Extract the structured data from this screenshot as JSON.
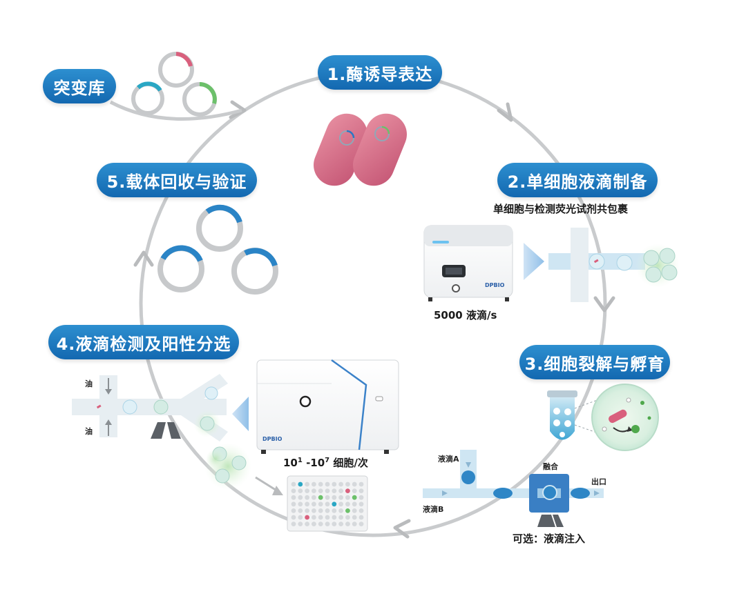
{
  "steps": {
    "library": "突变库",
    "s1": "1.酶诱导表达",
    "s2": "2.单细胞液滴制备",
    "s3": "3.细胞裂解与孵育",
    "s4": "4.液滴检测及阳性分选",
    "s5": "5.载体回收与验证"
  },
  "notes": {
    "coencapsulation": "单细胞与检测荧光试剂共包裹",
    "droplet_rate": "5000 液滴/s",
    "throughput_base": "10",
    "throughput_exp1": "1",
    "throughput_dash": " -10",
    "throughput_exp2": "7",
    "throughput_unit": " 细胞/次",
    "optional": "可选：液滴注入",
    "fusion": "融合",
    "outlet": "出口",
    "droplet_a": "液滴A",
    "droplet_b": "液滴B",
    "oil_top": "油",
    "oil_bottom": "油"
  },
  "brand": "DPBIO",
  "colors": {
    "accent": "#1a76bd",
    "ring": "#c9cbcd",
    "pink": "#d9607d",
    "teal": "#2aa7c4",
    "green": "#6cc06a",
    "channel": "#cfe6f3",
    "chip_blue": "#3a7fc4"
  }
}
